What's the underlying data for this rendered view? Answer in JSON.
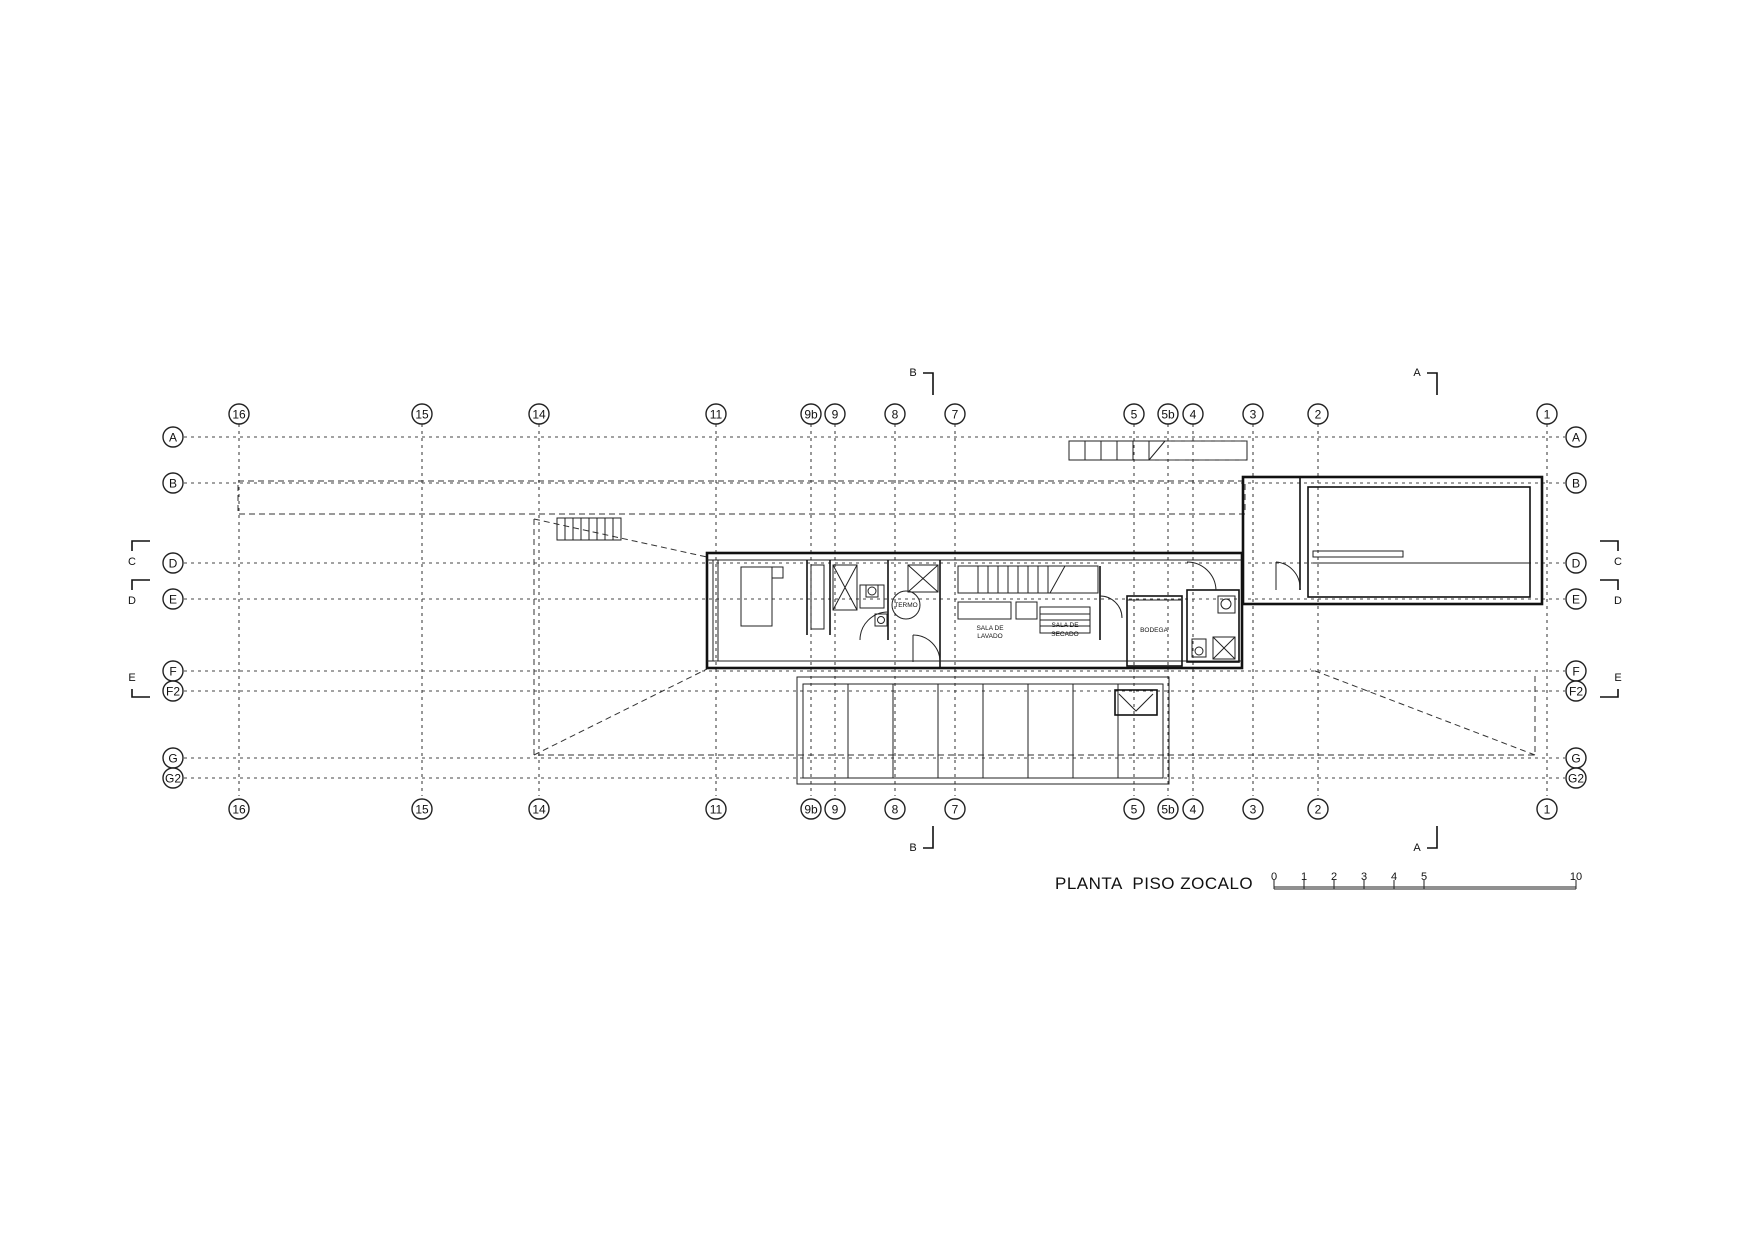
{
  "drawing": {
    "title": "PLANTA  PISO ZOCALO",
    "scale_labels": [
      "0",
      "1",
      "2",
      "3",
      "4",
      "5",
      "10"
    ]
  },
  "grid": {
    "columns": [
      "16",
      "15",
      "14",
      "11",
      "9b",
      "9",
      "8",
      "7",
      "5",
      "5b",
      "4",
      "3",
      "2",
      "1"
    ],
    "rows": [
      "A",
      "B",
      "D",
      "E",
      "F",
      "F2",
      "G",
      "G2"
    ]
  },
  "section_marks": {
    "vertical": [
      "B",
      "A"
    ],
    "horizontal": [
      "C",
      "D",
      "E"
    ]
  },
  "rooms": {
    "termo": "TERMO",
    "sala_lavado_1": "SALA DE",
    "sala_lavado_2": "LAVADO",
    "sala_secado_1": "SALA DE",
    "sala_secado_2": "SECADO",
    "bodega": "BODEGA"
  }
}
